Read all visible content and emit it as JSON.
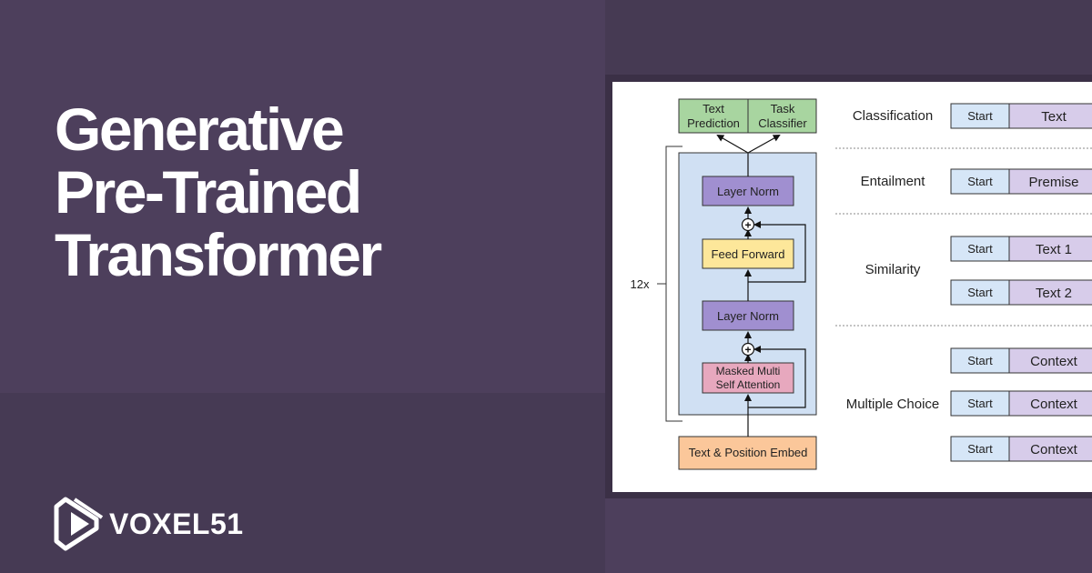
{
  "headline": [
    "Generative",
    "Pre-Trained",
    "Transformer"
  ],
  "brand": {
    "name": "VOXEL51"
  },
  "diagram": {
    "outputs": [
      [
        "Text",
        "Prediction"
      ],
      [
        "Task",
        "Classifier"
      ]
    ],
    "layer_norm_top": "Layer Norm",
    "feed_forward": "Feed Forward",
    "layer_norm_bottom": "Layer Norm",
    "attention": [
      "Masked Multi",
      "Self Attention"
    ],
    "embed": "Text & Position Embed",
    "repeat": "12x",
    "plus": "+"
  },
  "tasks": {
    "classification": {
      "label": "Classification",
      "rows": [
        [
          "Start",
          "Text"
        ]
      ]
    },
    "entailment": {
      "label": "Entailment",
      "rows": [
        [
          "Start",
          "Premise"
        ]
      ]
    },
    "similarity": {
      "label": "Similarity",
      "rows": [
        [
          "Start",
          "Text 1"
        ],
        [
          "Start",
          "Text 2"
        ]
      ]
    },
    "multiple_choice": {
      "label": "Multiple Choice",
      "rows": [
        [
          "Start",
          "Context"
        ],
        [
          "Start",
          "Context"
        ],
        [
          "Start",
          "Context"
        ]
      ]
    }
  },
  "colors": {
    "output": "#a8d5a0",
    "block": "#d0e0f3",
    "layer_norm": "#a08fd0",
    "feed_forward": "#fde79a",
    "attention": "#e7a8be",
    "embed": "#fbc79a",
    "start_cell": "#d6e6f7",
    "token_cell": "#d7ccea"
  }
}
